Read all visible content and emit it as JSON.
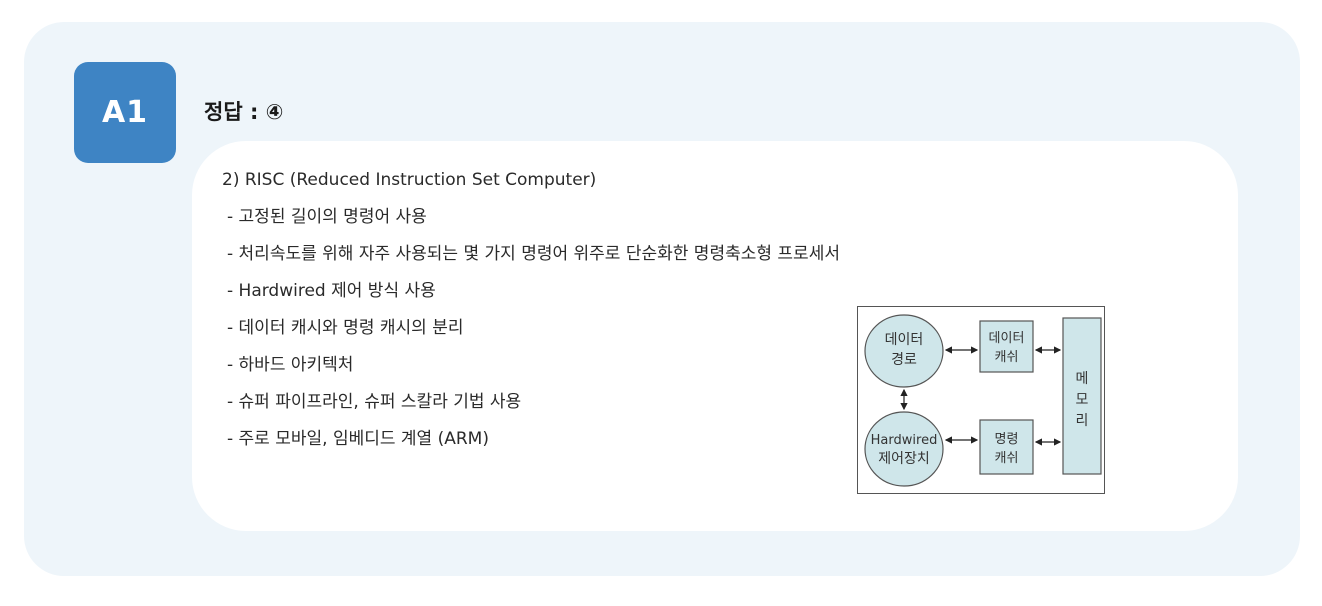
{
  "badge": {
    "label": "A1"
  },
  "answer": {
    "text": "정답 : ④"
  },
  "lines": [
    "2) RISC (Reduced Instruction Set Computer)",
    "- 고정된 길이의 명령어 사용",
    "- 처리속도를 위해 자주 사용되는 몇 가지 명령어 위주로 단순화한 명령축소형 프로세서",
    "- Hardwired 제어 방식 사용",
    "- 데이터 캐시와 명령 캐시의 분리",
    "- 하바드 아키텍처",
    "- 슈퍼 파이프라인, 슈퍼 스칼라 기법 사용",
    "- 주로 모바일, 임베디드 계열 (ARM)"
  ],
  "diagram": {
    "datapath": [
      "데이터",
      "경로"
    ],
    "control": [
      "Hardwired",
      "제어장치"
    ],
    "data_cache": [
      "데이터",
      "캐쉬"
    ],
    "instr_cache": [
      "명령",
      "캐쉬"
    ],
    "memory": [
      "메",
      "모",
      "리"
    ]
  },
  "colors": {
    "panel": "#eef5fa",
    "badge": "#3e84c4",
    "diagram_fill": "#cfe6ea"
  }
}
